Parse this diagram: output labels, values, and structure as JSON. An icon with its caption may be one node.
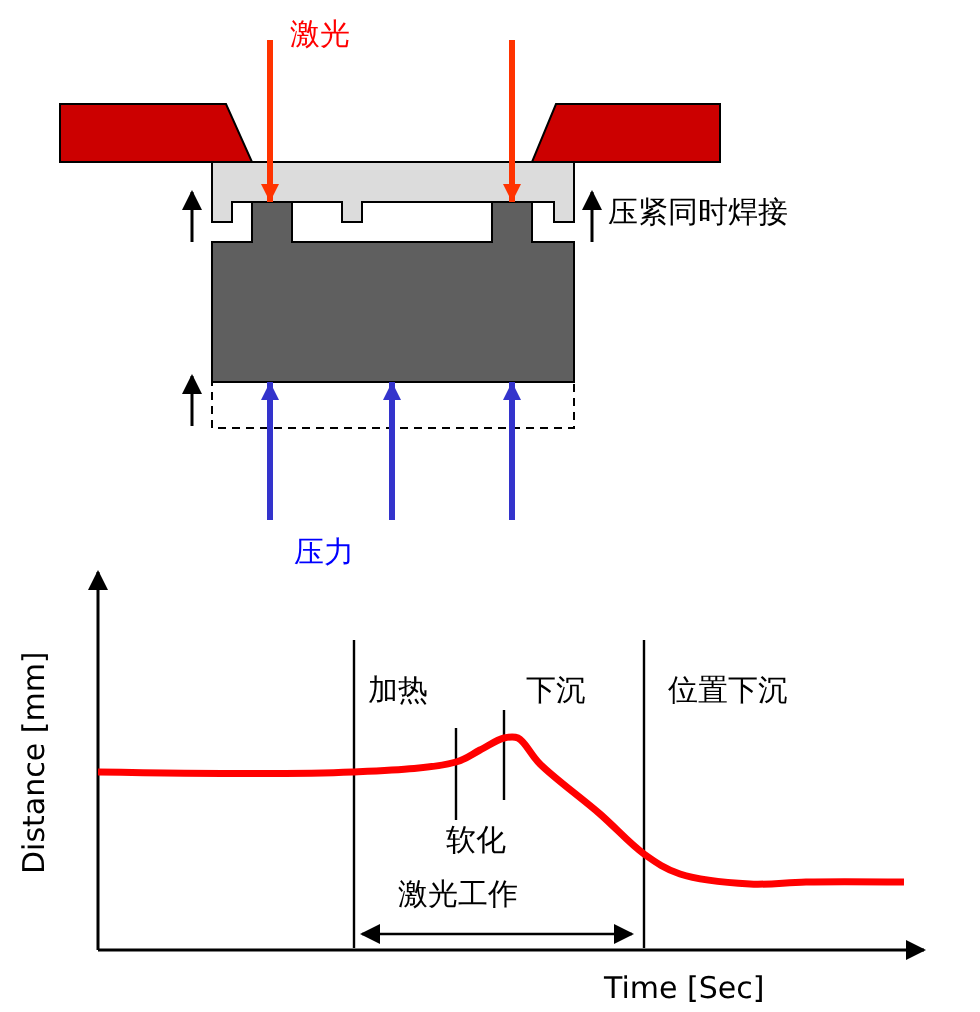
{
  "diagram": {
    "nodes": [
      {
        "text": [],
        "shape": "box"
      },
      {
        "text": [],
        "shape": "box"
      },
      {
        "text": [],
        "shape": "box"
      }
    ],
    "edges": [
      {
        "from": null,
        "to": 0,
        "arrow": "to",
        "color": "#ff3300"
      },
      {
        "from": null,
        "to": 0,
        "arrow": "to",
        "color": "#ff3300"
      },
      {
        "from": null,
        "to": 1,
        "arrow": "to"
      },
      {
        "from": null,
        "to": 1,
        "arrow": "to"
      },
      {
        "from": null,
        "to": 1,
        "arrow": "to"
      }
    ],
    "labels": [
      "激光",
      "压紧同时焊接",
      "压力",
      "加热",
      "下沉",
      "位置下沉",
      "Distance [mm]",
      "软化",
      "激光工作",
      "Time [Sec]"
    ]
  }
}
